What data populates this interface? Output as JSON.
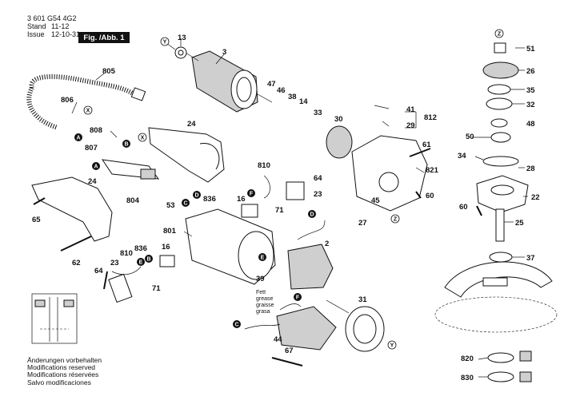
{
  "header": {
    "part_number": "3 601 G54 4G2",
    "stand_label": "Stand",
    "stand_value": "11-12",
    "issue_label": "Issue",
    "issue_value": "12-10-31",
    "figure": "Fig. /Abb. 1"
  },
  "footer": {
    "lines": [
      "Änderungen vorbehalten",
      "Modifications reserved",
      "Modifications réservées",
      "Salvo modificaciones"
    ]
  },
  "grease_label": [
    "Fett",
    "grease",
    "graisse",
    "grasa"
  ],
  "part_labels": [
    {
      "id": "13",
      "text": "13"
    },
    {
      "id": "3",
      "text": "3"
    },
    {
      "id": "805",
      "text": "805"
    },
    {
      "id": "806",
      "text": "806"
    },
    {
      "id": "808",
      "text": "808"
    },
    {
      "id": "807",
      "text": "807"
    },
    {
      "id": "24a",
      "text": "24"
    },
    {
      "id": "24b",
      "text": "24"
    },
    {
      "id": "47",
      "text": "47"
    },
    {
      "id": "46",
      "text": "46"
    },
    {
      "id": "38",
      "text": "38"
    },
    {
      "id": "14",
      "text": "14"
    },
    {
      "id": "33",
      "text": "33"
    },
    {
      "id": "30",
      "text": "30"
    },
    {
      "id": "41",
      "text": "41"
    },
    {
      "id": "812",
      "text": "812"
    },
    {
      "id": "29",
      "text": "29"
    },
    {
      "id": "61",
      "text": "61"
    },
    {
      "id": "821",
      "text": "821"
    },
    {
      "id": "60a",
      "text": "60"
    },
    {
      "id": "810a",
      "text": "810"
    },
    {
      "id": "64a",
      "text": "64"
    },
    {
      "id": "23a",
      "text": "23"
    },
    {
      "id": "836a",
      "text": "836"
    },
    {
      "id": "16a",
      "text": "16"
    },
    {
      "id": "71a",
      "text": "71"
    },
    {
      "id": "53",
      "text": "53"
    },
    {
      "id": "804",
      "text": "804"
    },
    {
      "id": "65",
      "text": "65"
    },
    {
      "id": "62",
      "text": "62"
    },
    {
      "id": "801",
      "text": "801"
    },
    {
      "id": "836b",
      "text": "836"
    },
    {
      "id": "16b",
      "text": "16"
    },
    {
      "id": "810b",
      "text": "810"
    },
    {
      "id": "23b",
      "text": "23"
    },
    {
      "id": "71b",
      "text": "71"
    },
    {
      "id": "64b",
      "text": "64"
    },
    {
      "id": "2",
      "text": "2"
    },
    {
      "id": "39",
      "text": "39"
    },
    {
      "id": "31",
      "text": "31"
    },
    {
      "id": "44",
      "text": "44"
    },
    {
      "id": "67",
      "text": "67"
    },
    {
      "id": "45",
      "text": "45"
    },
    {
      "id": "27",
      "text": "27"
    },
    {
      "id": "51",
      "text": "51"
    },
    {
      "id": "26",
      "text": "26"
    },
    {
      "id": "35",
      "text": "35"
    },
    {
      "id": "32",
      "text": "32"
    },
    {
      "id": "48",
      "text": "48"
    },
    {
      "id": "50",
      "text": "50"
    },
    {
      "id": "34",
      "text": "34"
    },
    {
      "id": "28",
      "text": "28"
    },
    {
      "id": "22",
      "text": "22"
    },
    {
      "id": "60b",
      "text": "60"
    },
    {
      "id": "25",
      "text": "25"
    },
    {
      "id": "37",
      "text": "37"
    },
    {
      "id": "820",
      "text": "820"
    },
    {
      "id": "830",
      "text": "830"
    }
  ],
  "markers": [
    {
      "id": "Y1",
      "text": "Y"
    },
    {
      "id": "X1",
      "text": "X"
    },
    {
      "id": "B1",
      "text": "B"
    },
    {
      "id": "A1",
      "text": "A"
    },
    {
      "id": "X2",
      "text": "X"
    },
    {
      "id": "A2",
      "text": "A"
    },
    {
      "id": "C1",
      "text": "C"
    },
    {
      "id": "D1",
      "text": "D"
    },
    {
      "id": "F1",
      "text": "F"
    },
    {
      "id": "Z1",
      "text": "Z"
    },
    {
      "id": "Z2",
      "text": "Z"
    },
    {
      "id": "D2",
      "text": "D"
    },
    {
      "id": "B2",
      "text": "B"
    },
    {
      "id": "E1",
      "text": "E"
    },
    {
      "id": "E2",
      "text": "E"
    },
    {
      "id": "F2",
      "text": "F"
    },
    {
      "id": "C2",
      "text": "C"
    },
    {
      "id": "Y2",
      "text": "Y"
    }
  ]
}
